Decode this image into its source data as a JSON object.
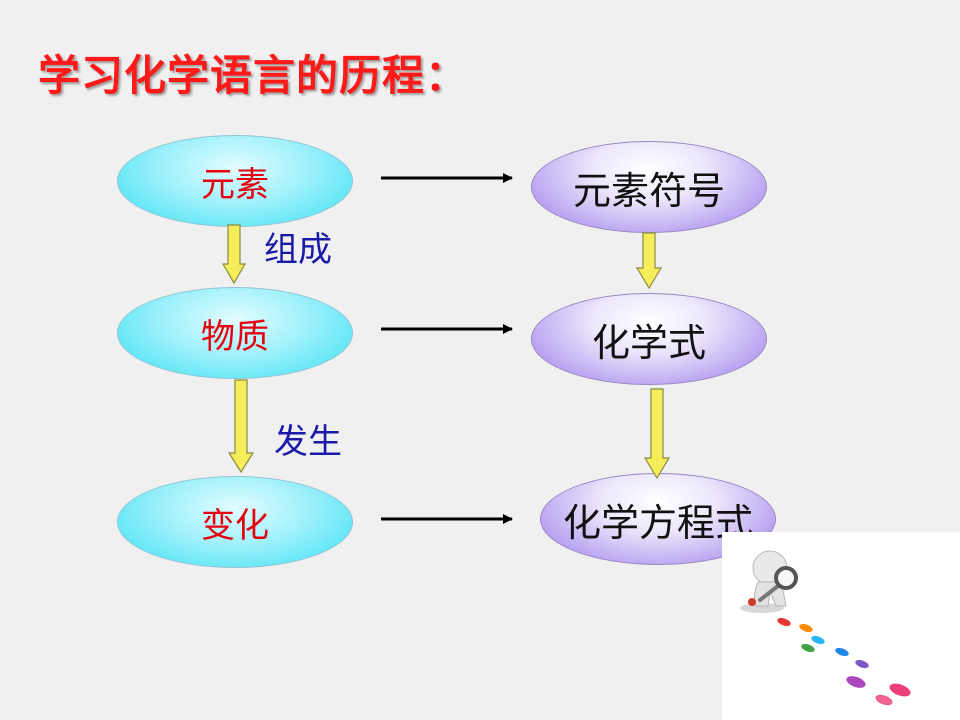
{
  "slide": {
    "title": "学习化学语言的历程："
  },
  "left_nodes": [
    {
      "label": "元素"
    },
    {
      "label": "物质"
    },
    {
      "label": "变化"
    }
  ],
  "right_nodes": [
    {
      "label": "元素符号"
    },
    {
      "label": "化学式"
    },
    {
      "label": "化学方程式"
    }
  ],
  "relations": [
    {
      "label": "组成"
    },
    {
      "label": "发生"
    }
  ],
  "colors": {
    "title": "#ff1a1a",
    "left_text": "#e4000f",
    "relation_text": "#1a1aa8",
    "arrow_yellow": "#f5ee5a"
  }
}
